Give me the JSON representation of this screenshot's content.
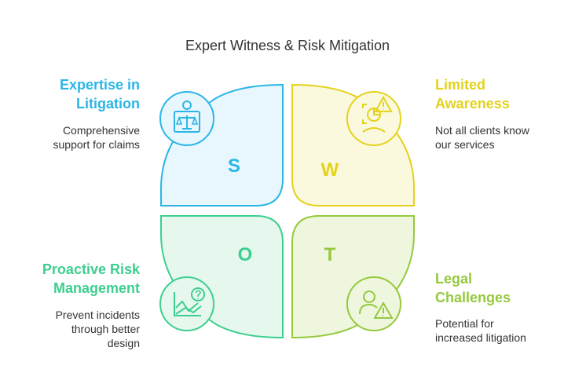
{
  "title": "Expert Witness & Risk Mitigation",
  "colors": {
    "s": "#2bb6e6",
    "w": "#e4d21c",
    "o": "#3dcf8f",
    "t": "#95c93d"
  },
  "quadrants": {
    "s": {
      "letter": "S",
      "heading_line1": "Expertise in",
      "heading_line2": "Litigation",
      "desc_line1": "Comprehensive",
      "desc_line2": "support for claims",
      "icon": "judge-scales-icon"
    },
    "w": {
      "letter": "W",
      "heading_line1": "Limited",
      "heading_line2": "Awareness",
      "desc_line1": "Not all clients know",
      "desc_line2": "our services",
      "icon": "awareness-warning-icon"
    },
    "o": {
      "letter": "O",
      "heading_line1": "Proactive Risk",
      "heading_line2": "Management",
      "desc_line1": "Prevent incidents",
      "desc_line2": "through better",
      "desc_line3": "design",
      "icon": "chart-question-icon"
    },
    "t": {
      "letter": "T",
      "heading_line1": "Legal",
      "heading_line2": "Challenges",
      "desc_line1": "Potential for",
      "desc_line2": "increased litigation",
      "icon": "person-warning-icon"
    }
  }
}
